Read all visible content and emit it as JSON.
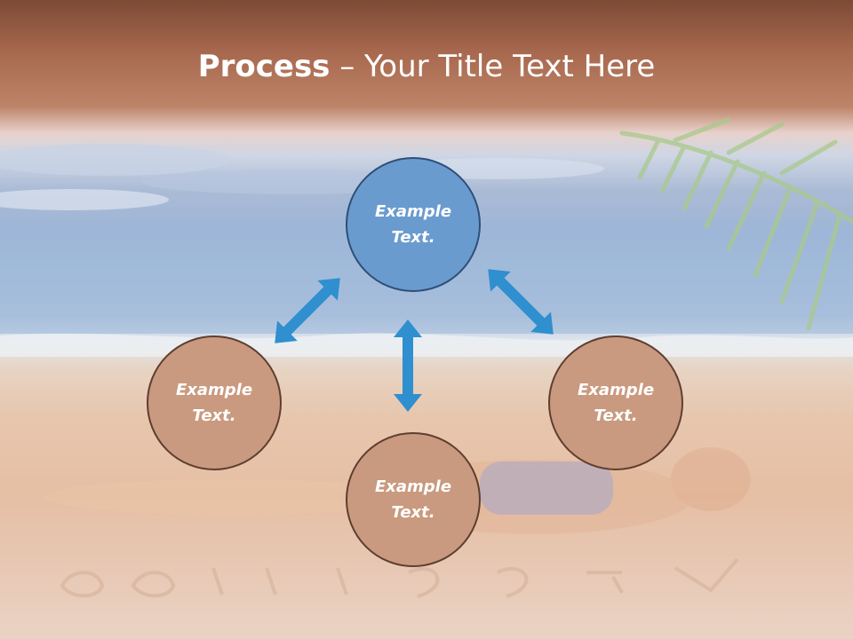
{
  "title": {
    "bold": "Process",
    "rest": " – Your Title Text Here"
  },
  "nodes": {
    "top": "Example Text.",
    "left": "Example Text.",
    "right": "Example Text.",
    "bottom": "Example Text."
  },
  "colors": {
    "blue_node": "#6a9bcf",
    "tan_node": "#c99a7f",
    "arrow": "#2f8fcf"
  }
}
